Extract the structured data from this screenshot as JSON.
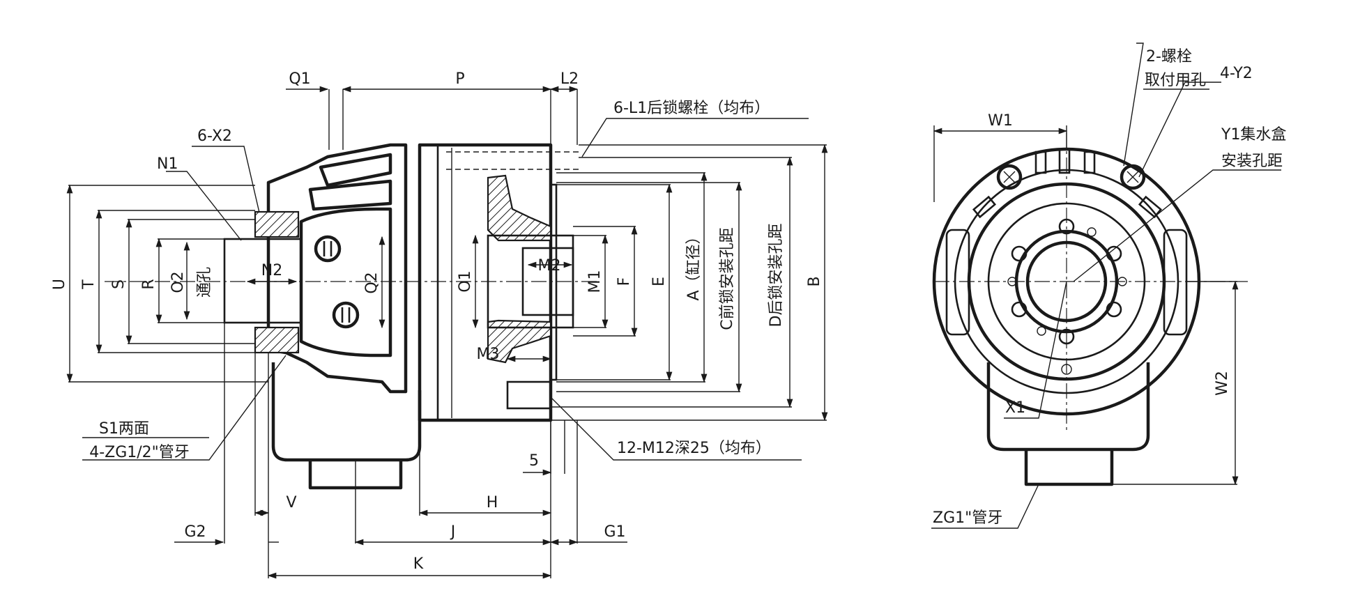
{
  "side_view_labels": {
    "Q1": "Q1",
    "P": "P",
    "L2": "L2",
    "L1_bolt": "6-L1后锁螺栓（均布）",
    "X2": "6-X2",
    "N1": "N1",
    "U": "U",
    "T": "T",
    "S": "S",
    "R": "R",
    "O2": "O2",
    "through_hole": "通孔",
    "N2": "N2",
    "Q2": "Q2",
    "O1": "O1",
    "M2": "M2",
    "M1": "M1",
    "F": "F",
    "E": "E",
    "A": "A（缸径）",
    "C": "C前锁安装孔距",
    "D": "D后锁安装孔距",
    "B": "B",
    "M3": "M3",
    "S1": "S1两面",
    "ZG_half": "4-ZG1/2\"管牙",
    "M12": "12-M12深25（均布）",
    "five": "5",
    "V": "V",
    "H": "H",
    "G2": "G2",
    "J": "J",
    "G1": "G1",
    "K": "K"
  },
  "front_view_labels": {
    "bolt2_line1": "2-螺栓",
    "bolt2_line2": "取付用孔",
    "Y2": "4-Y2",
    "W1": "W1",
    "Y1_line1": "Y1集水盒",
    "Y1_line2": "安装孔距",
    "W2": "W2",
    "X1": "X1",
    "ZG1": "ZG1\"管牙"
  }
}
